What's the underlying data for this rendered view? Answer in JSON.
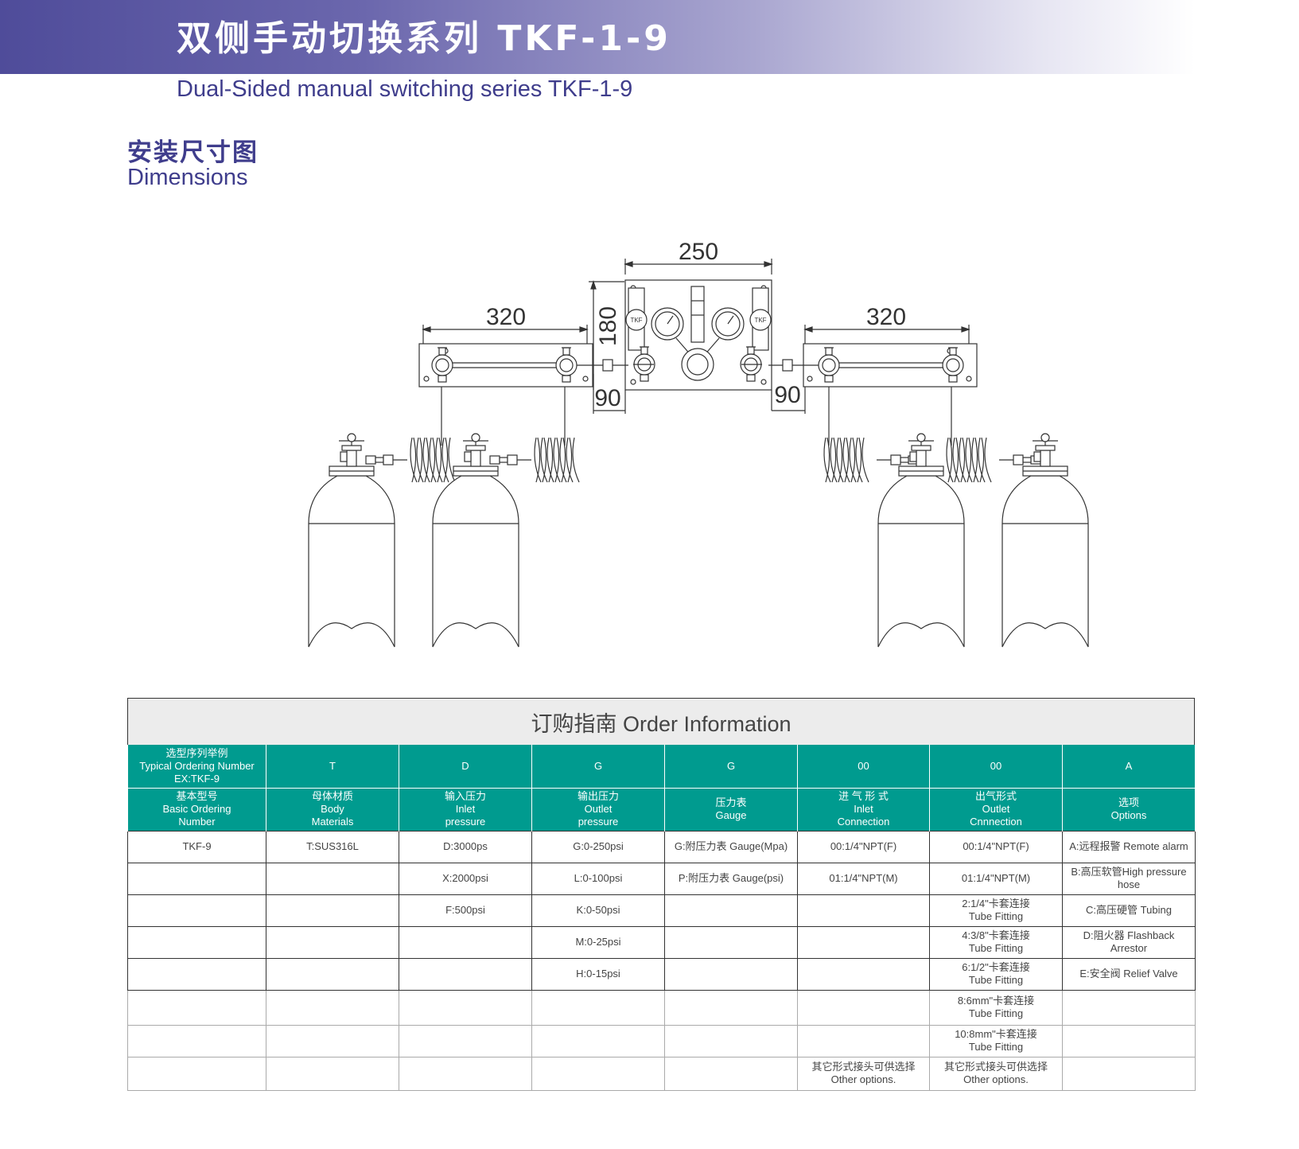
{
  "header": {
    "title_cn": "双侧手动切换系列 TKF-1-9",
    "title_en": "Dual-Sided manual switching series TKF-1-9"
  },
  "section": {
    "title_cn": "安装尺寸图",
    "title_en": "Dimensions"
  },
  "diagram": {
    "dim_panel_width": "250",
    "dim_panel_height": "180",
    "dim_left_bracket": "320",
    "dim_right_bracket": "320",
    "dim_left_offset": "90",
    "dim_right_offset": "90",
    "logo_text": "TKF"
  },
  "order": {
    "title": "订购指南 Order Information",
    "ordering_row": {
      "label": "选型序列举例\nTypical Ordering Number\nEX:TKF-9",
      "codes": [
        "T",
        "D",
        "G",
        "G",
        "00",
        "00",
        "A"
      ]
    },
    "header_row": [
      "基本型号\nBasic Ordering\nNumber",
      "母体材质\nBody\nMaterials",
      "输入压力\nInlet\npressure",
      "输出压力\nOutlet\npressure",
      "压力表\nGauge",
      "进 气 形 式\nInlet\nConnection",
      "出气形式\nOutlet\nCnnnection",
      "选项\nOptions"
    ],
    "rows": [
      [
        "TKF-9",
        "T:SUS316L",
        "D:3000ps",
        "G:0-250psi",
        "G:附压力表  Gauge(Mpa)",
        "00:1/4\"NPT(F)",
        "00:1/4\"NPT(F)",
        "A:远程报警 Remote alarm"
      ],
      [
        "",
        "",
        "X:2000psi",
        "L:0-100psi",
        "P:附压力表   Gauge(psi)",
        "01:1/4\"NPT(M)",
        "01:1/4\"NPT(M)",
        "B:高压软管High pressure hose"
      ],
      [
        "",
        "",
        "F:500psi",
        "K:0-50psi",
        "",
        "",
        "2:1/4\"卡套连接\nTube Fitting",
        "C:高压硬管 Tubing"
      ],
      [
        "",
        "",
        "",
        "M:0-25psi",
        "",
        "",
        "4:3/8\"卡套连接\nTube Fitting",
        "D:阻火器 Flashback Arrestor"
      ],
      [
        "",
        "",
        "",
        "H:0-15psi",
        "",
        "",
        "6:1/2\"卡套连接\nTube Fitting",
        "E:安全阀  Relief Valve"
      ],
      [
        "",
        "",
        "",
        "",
        "",
        "",
        "8:6mm\"卡套连接\nTube Fitting",
        ""
      ],
      [
        "",
        "",
        "",
        "",
        "",
        "",
        "10:8mm\"卡套连接\nTube Fitting",
        ""
      ],
      [
        "",
        "",
        "",
        "",
        "",
        "其它形式接头可供选择\nOther options.",
        "其它形式接头可供选择\nOther options.",
        ""
      ]
    ]
  }
}
